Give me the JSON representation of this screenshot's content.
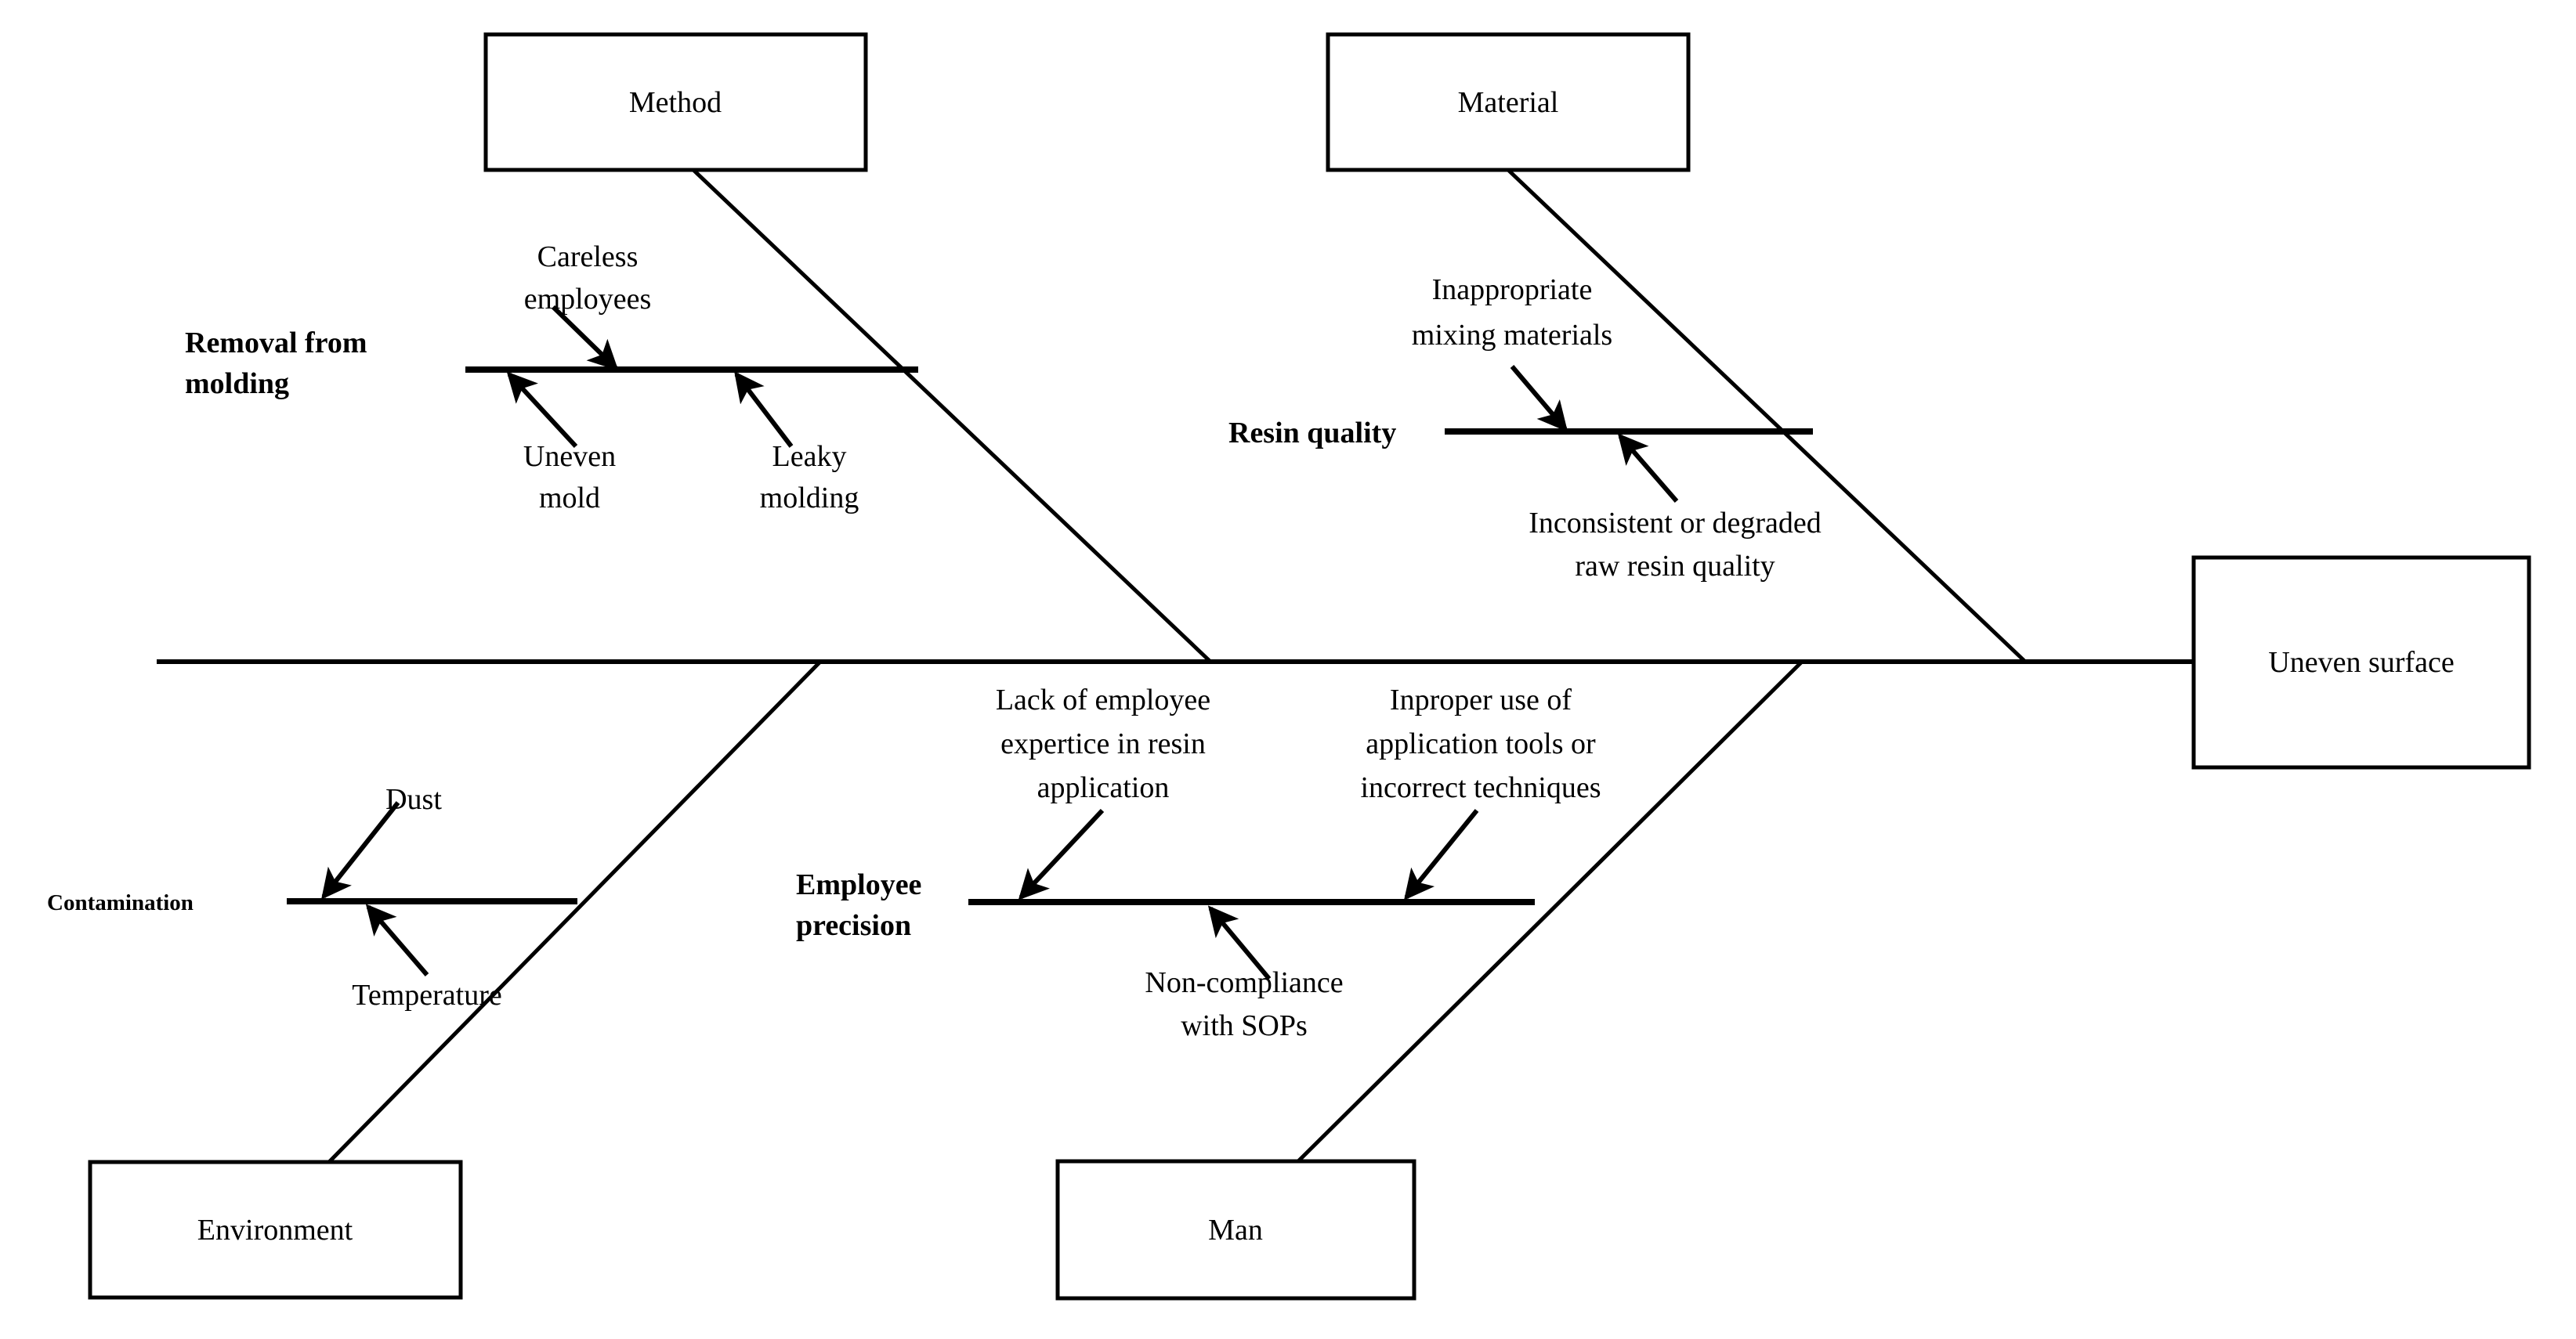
{
  "diagram": {
    "type": "fishbone",
    "title": "",
    "effect": {
      "label": "Uneven surface"
    },
    "categories": [
      {
        "id": "method",
        "label": "Method",
        "position": "top-left"
      },
      {
        "id": "material",
        "label": "Material",
        "position": "top-right"
      },
      {
        "id": "environment",
        "label": "Environment",
        "position": "bottom-left"
      },
      {
        "id": "man",
        "label": "Man",
        "position": "bottom-right"
      }
    ],
    "branches": [
      {
        "id": "removal-from-molding",
        "label_line1": "Removal from",
        "label_line2": "molding",
        "category": "method",
        "causes_above": [
          {
            "line1": "Careless",
            "line2": "employees"
          }
        ],
        "causes_below": [
          {
            "line1": "Uneven",
            "line2": "mold"
          },
          {
            "line1": "Leaky",
            "line2": "molding"
          }
        ]
      },
      {
        "id": "resin-quality",
        "label_line1": "Resin quality",
        "label_line2": "",
        "category": "material",
        "causes_above": [
          {
            "line1": "Inappropriate",
            "line2": "mixing materials"
          }
        ],
        "causes_below": [
          {
            "line1": "Inconsistent or degraded",
            "line2": "raw resin quality"
          }
        ]
      },
      {
        "id": "contamination",
        "label_line1": "Contamination",
        "label_line2": "",
        "category": "environment",
        "causes_above": [
          {
            "line1": "Dust",
            "line2": ""
          }
        ],
        "causes_below": [
          {
            "line1": "Temperature",
            "line2": ""
          }
        ]
      },
      {
        "id": "employee-precision",
        "label_line1": "Employee",
        "label_line2": "precision",
        "category": "man",
        "causes_above": [
          {
            "line1": "Lack of employee",
            "line2": "expertice in resin",
            "line3": "application"
          },
          {
            "line1": "Inproper use of",
            "line2": "application tools or",
            "line3": "incorrect techniques"
          }
        ],
        "causes_below": [
          {
            "line1": "Non-compliance",
            "line2": "with SOPs"
          }
        ]
      }
    ],
    "colors": {
      "line": "#000000",
      "text": "#000000",
      "background": "#ffffff"
    }
  }
}
